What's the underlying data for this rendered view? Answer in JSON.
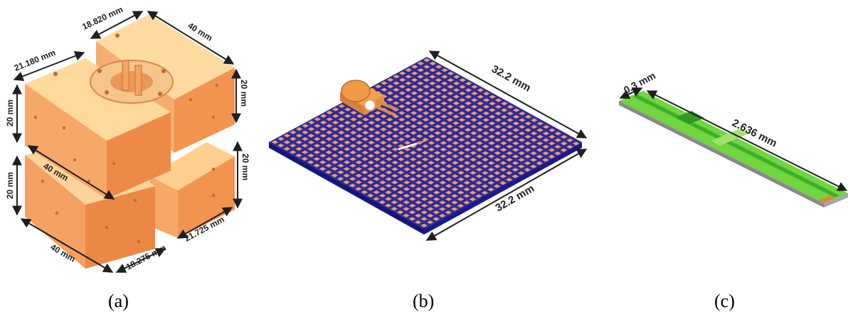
{
  "panels": {
    "a": {
      "caption": "(a)",
      "dims": {
        "d1": "18.820 mm",
        "d2": "40 mm",
        "d3": "21.180 mm",
        "d4": "20 mm",
        "d5": "20 mm",
        "d6": "40 mm",
        "d7": "20 mm",
        "d8": "20 mm",
        "d9": "21.725 mm",
        "d10": "40 mm",
        "d11": "18.275 mm"
      }
    },
    "b": {
      "caption": "(b)",
      "dims": {
        "top": "32.2 mm",
        "bottom": "32.2 mm"
      }
    },
    "c": {
      "caption": "(c)",
      "dims": {
        "width": "0.3 mm",
        "length": "2.636 mm"
      }
    }
  },
  "colors": {
    "block_top": "#ffd79a",
    "block_side": "#f5a05a",
    "block_front": "#ee8a48",
    "board_blue": "#1f1fa0",
    "patch_orange": "#f0a04a",
    "pcb_green": "#6fd640",
    "pcb_dark_green": "#3fae2a",
    "substrate_gray": "#9a9a9a"
  }
}
